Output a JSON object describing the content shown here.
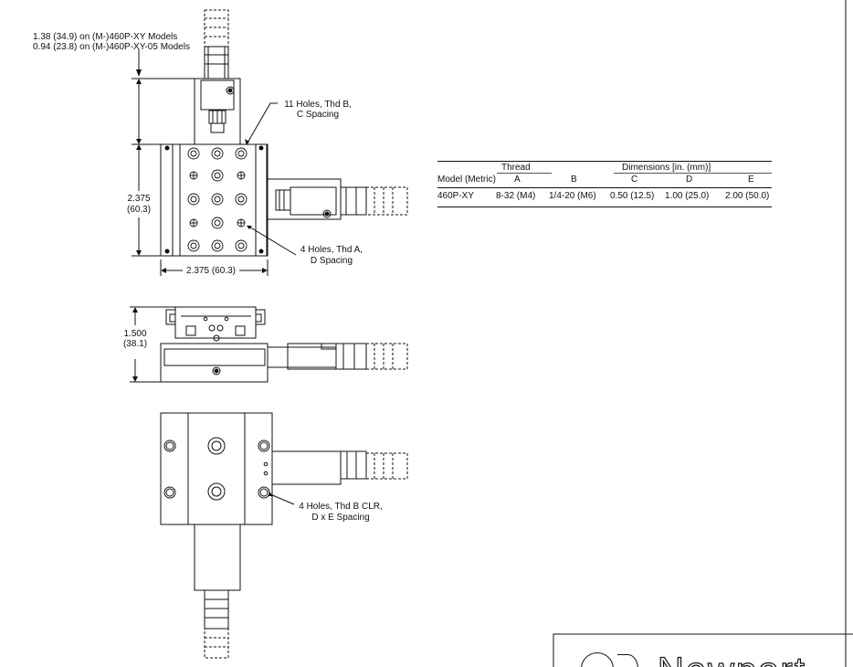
{
  "callouts": {
    "height_note_1": "1.38 (34.9) on (M-)460P-XY Models",
    "height_note_2": "0.94 (23.8) on (M-)460P-XY-05 Models",
    "holes_b_1": "11 Holes, Thd B,",
    "holes_b_2": "C Spacing",
    "holes_a_1": "4 Holes, Thd A,",
    "holes_a_2": "D Spacing",
    "side_dim_in": "2.375",
    "side_dim_mm": "(60.3)",
    "width_dim": "2.375 (60.3)",
    "height_dim_in": "1.500",
    "height_dim_mm": "(38.1)",
    "clr_holes_1": "4 Holes, Thd B CLR,",
    "clr_holes_2": "D x E Spacing"
  },
  "table": {
    "group_thread": "Thread",
    "group_dimensions": "Dimensions [in. (mm)]",
    "headers": [
      "Model (Metric)",
      "A",
      "B",
      "C",
      "D",
      "E"
    ],
    "rows": [
      [
        "460P-XY",
        "8-32 (M4)",
        "1/4-20 (M6)",
        "0.50 (12.5)",
        "1.00 (25.0)",
        "2.00 (50.0)"
      ]
    ]
  },
  "logo_text": "Newport"
}
